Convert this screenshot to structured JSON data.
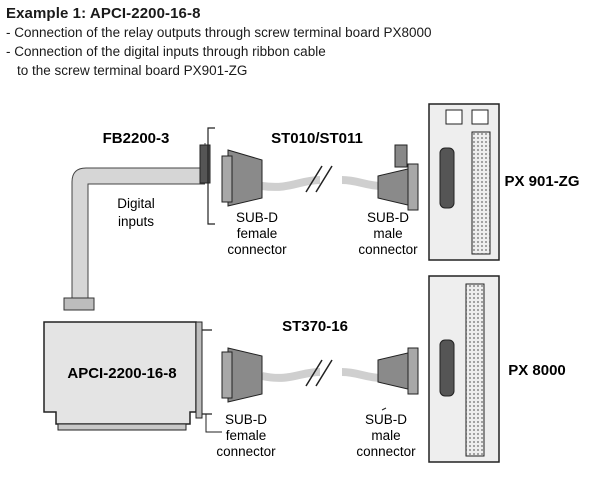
{
  "header": {
    "title": "Example 1: APCI-2200-16-8",
    "lines": [
      "- Connection of the relay outputs through screw terminal board PX8000",
      "- Connection of the digital inputs through ribbon cable",
      "to the screw terminal board PX901-ZG"
    ]
  },
  "diagram": {
    "ribbon_cable": "FB2200-3",
    "ribbon_note": [
      "Digital",
      "inputs"
    ],
    "card": "APCI-2200-16-8",
    "cable_top": "ST010/ST011",
    "cable_bottom": "ST370-16",
    "board_top": "PX 901-ZG",
    "board_bottom": "PX 8000",
    "female_connector": [
      "SUB-D",
      "female",
      "connector"
    ],
    "male_connector": [
      "SUB-D",
      "male",
      "connector"
    ]
  },
  "colors": {
    "card_fill": "#e4e4e4",
    "board_fill": "#eeeeee",
    "cable_fill": "#d6d6d6",
    "connector_fill": "#8a8a8a",
    "ink": "#1a1a1a"
  }
}
